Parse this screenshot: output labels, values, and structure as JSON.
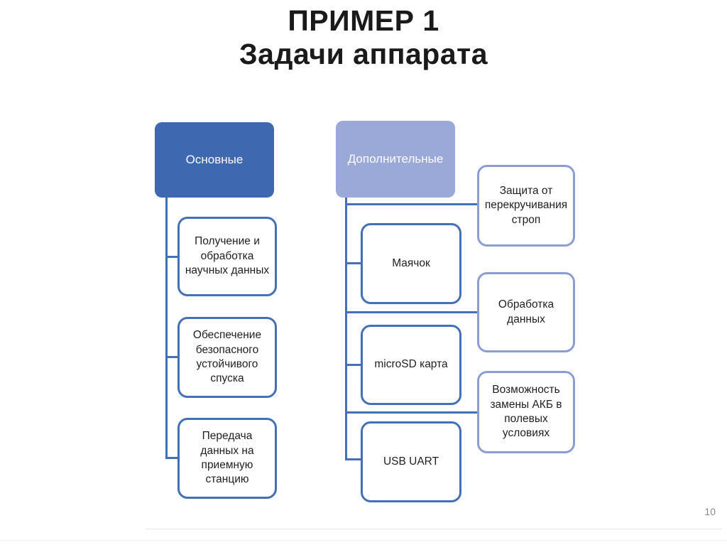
{
  "title": {
    "line1": "ПРИМЕР 1",
    "line2": "Задачи аппарата"
  },
  "page_number": "10",
  "colors": {
    "primary_fill": "#3E68B0",
    "secondary_fill": "#9AA9D7",
    "connector": "#4470B8",
    "child_border": "#4470B8",
    "leaf_border": "#8C9DD2",
    "box_text": "#1F1F1F",
    "header_text": "#FFFFFF",
    "title_text": "#1A1A1A",
    "page_number_text": "#8A8A8A",
    "divider": "#E3E3E3"
  },
  "diagram": {
    "primary": {
      "header": "Основные",
      "children": [
        "Получение и обработка научных данных",
        "Обеспечение безопасного устойчивого спуска",
        "Передача данных на приемную станцию"
      ]
    },
    "secondary": {
      "header": "Дополнительные",
      "children": [
        "Маячок",
        "microSD карта",
        "USB UART"
      ],
      "sub_items": [
        "Защита от перекручивания строп",
        "Обработка данных",
        "Возможность замены АКБ в полевых условиях"
      ]
    }
  }
}
